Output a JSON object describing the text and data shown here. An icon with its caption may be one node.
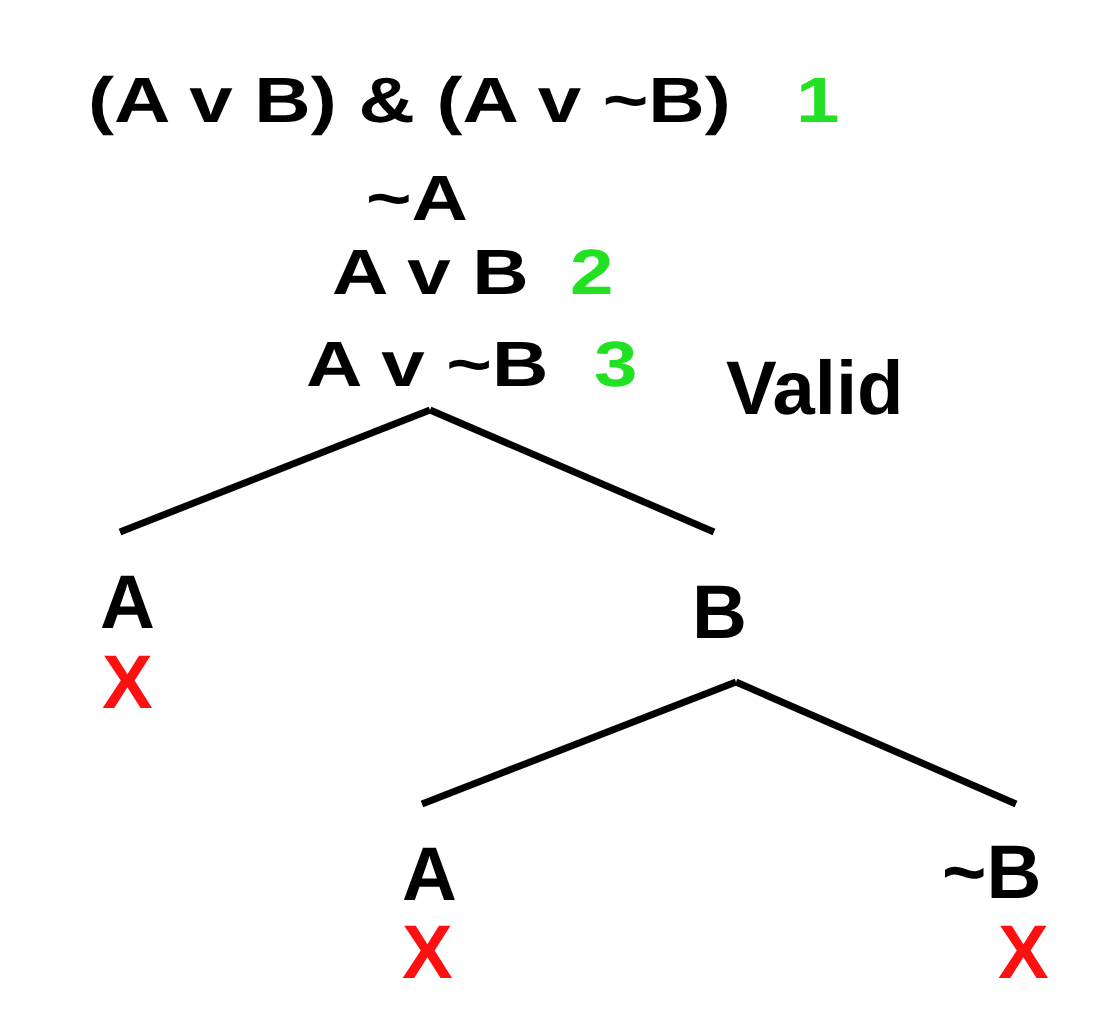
{
  "diagram": {
    "nodes": [
      {
        "text": [
          "(A v B) & (A v ~B)",
          "~A",
          "A v B",
          "A v ~B"
        ],
        "beside": [
          "1",
          "2",
          "3"
        ]
      },
      {
        "text": [
          "A"
        ],
        "beside": [
          "X"
        ]
      },
      {
        "text": [
          "B"
        ]
      },
      {
        "text": [
          "A"
        ],
        "beside": [
          "X"
        ]
      },
      {
        "text": [
          "~B"
        ],
        "beside": [
          "X"
        ]
      }
    ],
    "edges": [
      {
        "from": 0,
        "to": 1,
        "arrow": "none"
      },
      {
        "from": 0,
        "to": 2,
        "arrow": "none"
      },
      {
        "from": 2,
        "to": 3,
        "arrow": "none"
      },
      {
        "from": 2,
        "to": 4,
        "arrow": "none"
      }
    ],
    "labels": [
      "Valid"
    ]
  }
}
